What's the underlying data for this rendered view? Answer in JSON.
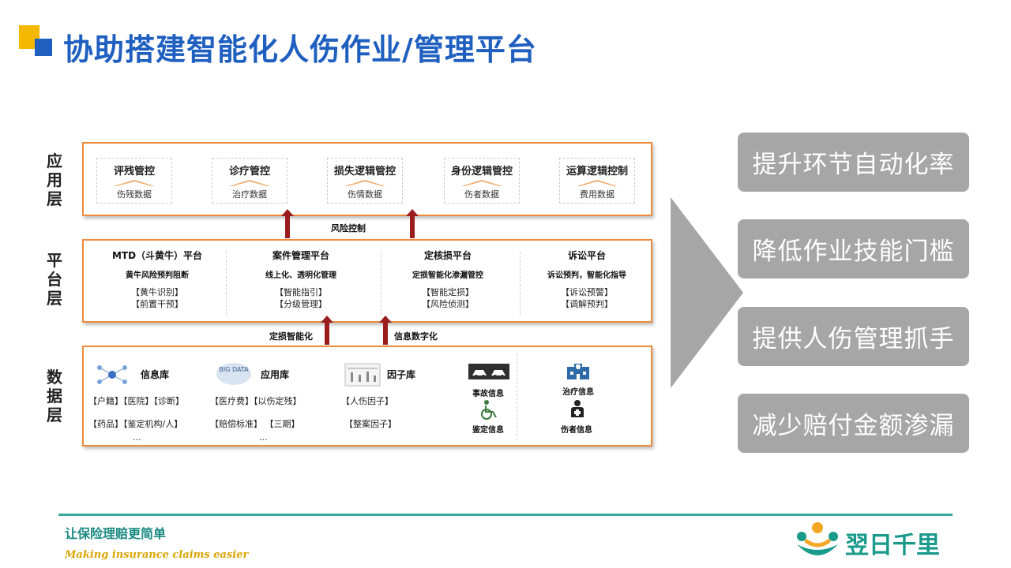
{
  "title": "协助搭建智能化人伤作业/管理平台",
  "layers": {
    "app": {
      "label": [
        "应",
        "用",
        "层"
      ],
      "modules": [
        {
          "title": "评残管控",
          "sub": "伤残数据"
        },
        {
          "title": "诊疗管控",
          "sub": "治疗数据"
        },
        {
          "title": "损失逻辑管控",
          "sub": "伤情数据"
        },
        {
          "title": "身份逻辑管控",
          "sub": "伤者数据"
        },
        {
          "title": "运算逻辑控制",
          "sub": "费用数据"
        }
      ]
    },
    "platform": {
      "label": [
        "平",
        "台",
        "层"
      ],
      "modules": [
        {
          "title": "MTD（斗黄牛）平台",
          "sub": "黄牛风险预判阻断",
          "items": [
            "【黄牛识别】",
            "【前置干预】"
          ]
        },
        {
          "title": "案件管理平台",
          "sub": "线上化、透明化管理",
          "items": [
            "【智能指引】",
            "【分级管理】"
          ]
        },
        {
          "title": "定核损平台",
          "sub": "定损智能化渗漏管控",
          "items": [
            "【智能定损】",
            "【风险侦测】"
          ]
        },
        {
          "title": "诉讼平台",
          "sub": "诉讼预判，智能化指导",
          "items": [
            "【诉讼预警】",
            "【调解预判】"
          ]
        }
      ]
    },
    "data": {
      "label": [
        "数",
        "据",
        "层"
      ],
      "libraries": [
        {
          "title": "信息库",
          "row1": "【户籍】【医院】【诊断】",
          "row2": "【药品】【鉴定机构/人】",
          "more": "..."
        },
        {
          "title": "应用库",
          "row1": "【医疗费】【以伤定残】",
          "row2": "【赔偿标准】 【三期】",
          "more": "...",
          "icon_text": "BIG DATA"
        },
        {
          "title": "因子库",
          "row1": "【人伤因子】",
          "row2": "【整案因子】"
        }
      ],
      "info": [
        "事故信息",
        "治疗信息",
        "鉴定信息",
        "伤者信息"
      ]
    }
  },
  "connectors": {
    "app_platform": "风险控制",
    "platform_data_left": "定损智能化",
    "platform_data_right": "信息数字化"
  },
  "benefits": [
    "提升环节自动化率",
    "降低作业技能门槛",
    "提供人伤管理抓手",
    "减少赔付金额渗漏"
  ],
  "footer": {
    "slogan_cn": "让保险理赔更简单",
    "slogan_en": "Making insurance claims easier",
    "logo_text": "翌日千里"
  },
  "colors": {
    "title_blue": "#1f5fbf",
    "accent_yellow": "#f5b800",
    "layer_border": "#ef8a3a",
    "arrow_red": "#9b1c1c",
    "benefit_gray": "#a6a6a6",
    "footer_teal": "#1a8a82"
  }
}
